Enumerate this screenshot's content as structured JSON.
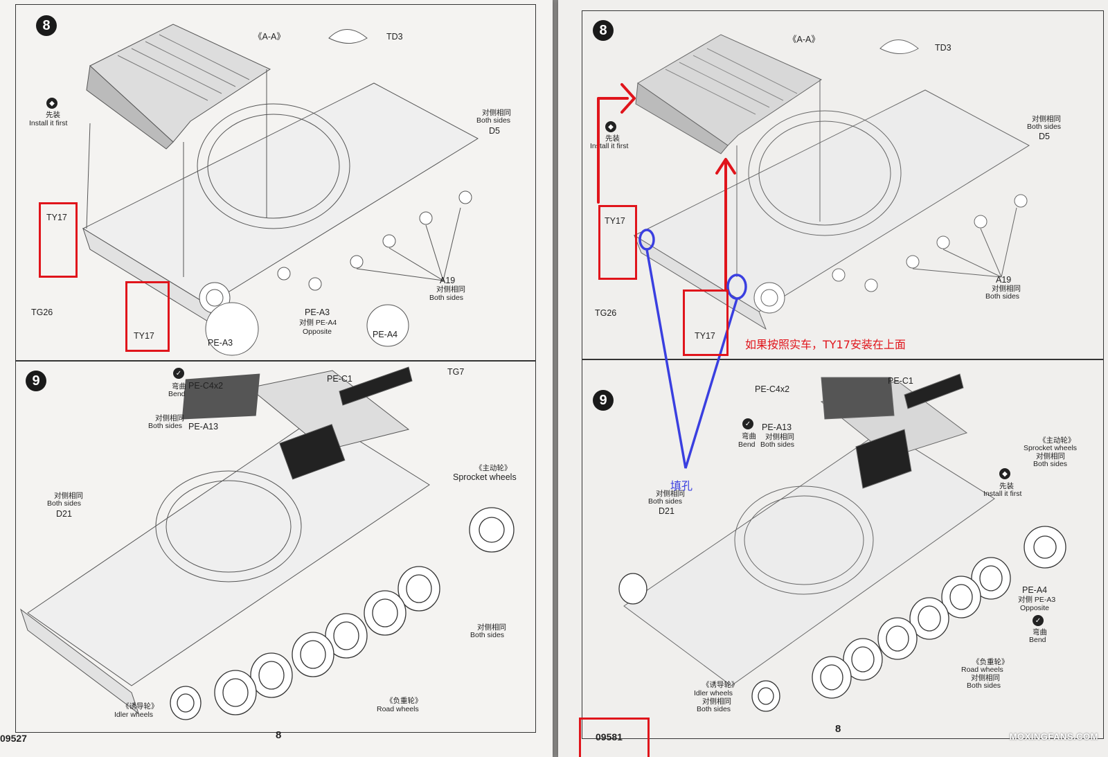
{
  "left": {
    "page_number": "8",
    "kit_code": "09527",
    "step8": {
      "badge": "8",
      "section": "《A-A》",
      "td3": "TD3",
      "install_first_zh": "先装",
      "install_first_en": "Install it first",
      "both_sides_zh": "对侧相同",
      "both_sides_en": "Both sides",
      "d5": "D5",
      "ty17_a": "TY17",
      "ty17_b": "TY17",
      "tg26": "TG26",
      "a19": "A19",
      "a19_zh": "对侧相同",
      "a19_en": "Both sides",
      "pe_a3": "PE-A3",
      "pe_a4_opp_zh": "对侧 PE-A4",
      "opposite": "Opposite",
      "callout_a3": "PE-A3",
      "callout_a4": "PE-A4"
    },
    "step9": {
      "badge": "9",
      "bend_zh": "弯曲",
      "bend_en": "Bend",
      "pe_c4x2": "PE-C4x2",
      "pe_c1": "PE-C1",
      "tg7": "TG7",
      "both_sides_zh": "对侧相同",
      "both_sides_en": "Both sides",
      "pe_a13": "PE-A13",
      "sprocket_zh": "《主动轮》",
      "sprocket_en": "Sprocket wheels",
      "d21_zh": "对侧相同",
      "d21_en": "Both sides",
      "d21": "D21",
      "right_both_zh": "对侧相同",
      "right_both_en": "Both sides",
      "idler_zh": "《诱导轮》",
      "idler_en": "Idler wheels",
      "road_zh": "《负重轮》",
      "road_en": "Road wheels"
    }
  },
  "right": {
    "page_number": "8",
    "kit_code": "09581",
    "step8": {
      "badge": "8",
      "section": "《A-A》",
      "td3": "TD3",
      "install_first_zh": "先装",
      "install_first_en": "Install it first",
      "both_sides_zh": "对侧相同",
      "both_sides_en": "Both sides",
      "d5": "D5",
      "ty17_a": "TY17",
      "ty17_b": "TY17",
      "tg26": "TG26",
      "a19": "A19",
      "a19_zh": "对侧相同",
      "a19_en": "Both sides"
    },
    "step9": {
      "badge": "9",
      "pe_c4x2": "PE-C4x2",
      "pe_c1": "PE-C1",
      "bend_zh": "弯曲",
      "bend_en": "Bend",
      "pe_a13": "PE-A13",
      "pe_a13_zh": "对侧相同",
      "pe_a13_en": "Both sides",
      "sprocket_zh": "《主动轮》",
      "sprocket_en": "Sprocket wheels",
      "sprocket_both_zh": "对侧相同",
      "sprocket_both_en": "Both sides",
      "install_first_zh": "先装",
      "install_first_en": "Install it first",
      "d21_zh": "对侧相同",
      "d21_en": "Both sides",
      "d21": "D21",
      "pe_a4": "PE-A4",
      "pe_a4_opp_zh": "对侧 PE-A3",
      "opposite": "Opposite",
      "bend2_zh": "弯曲",
      "bend2_en": "Bend",
      "road_zh": "《负重轮》",
      "road_en": "Road wheels",
      "road_both_zh": "对侧相同",
      "road_both_en": "Both sides",
      "idler_zh": "《诱导轮》",
      "idler_en": "Idler wheels",
      "idler_both_zh": "对侧相同",
      "idler_both_en": "Both sides"
    },
    "annotation_red": "如果按照实车，TY17安装在上面",
    "annotation_blue": "填孔"
  },
  "watermark": "MOXINGFANS.COM",
  "colors": {
    "annotation_red": "#e0141b",
    "annotation_blue": "#3a3fe0"
  }
}
